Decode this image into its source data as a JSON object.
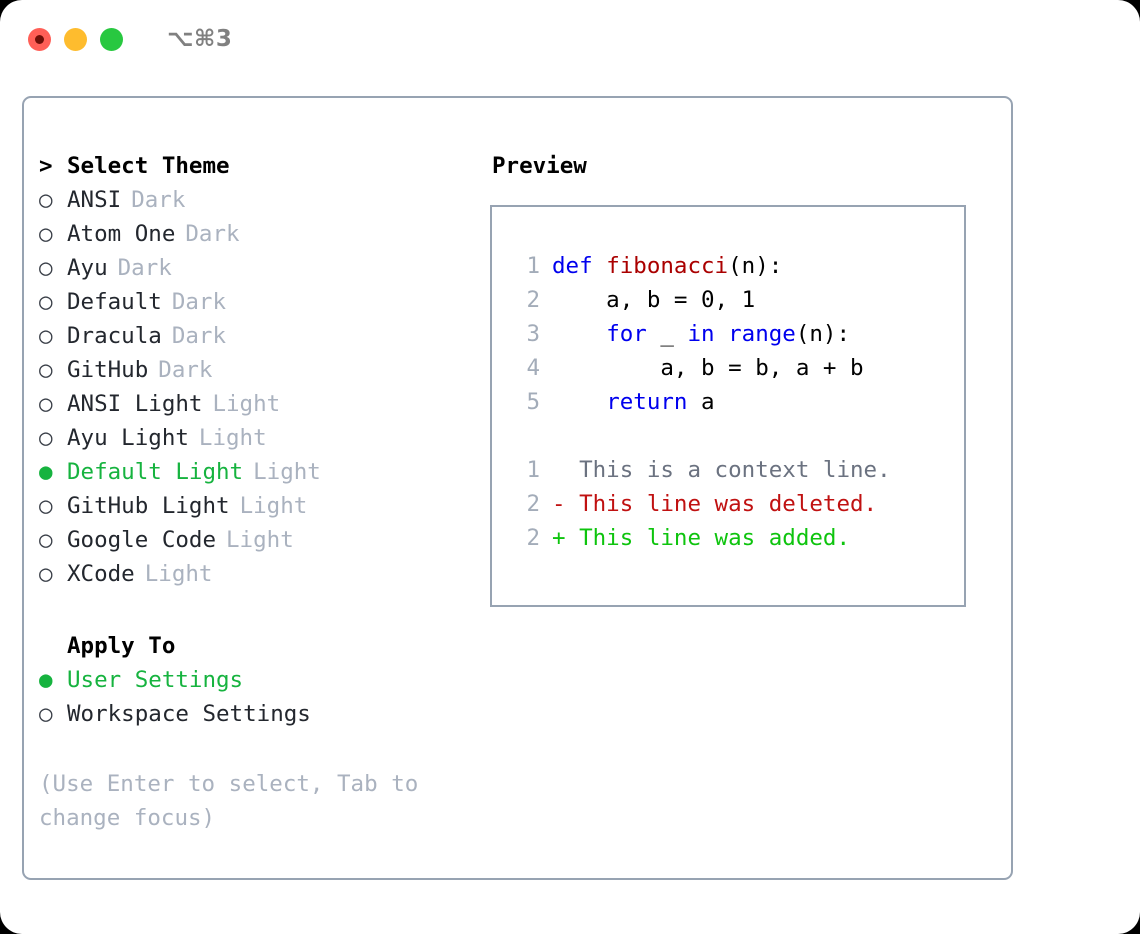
{
  "titlebar": {
    "shortcut": "⌥⌘3",
    "lights": [
      {
        "name": "close",
        "color": "#ff5f57"
      },
      {
        "name": "minimize",
        "color": "#febc2e"
      },
      {
        "name": "maximize",
        "color": "#28c840"
      }
    ]
  },
  "theme_picker": {
    "header_marker": ">",
    "header_label": "Select Theme",
    "unselected_marker": "○",
    "selected_marker": "●",
    "items": [
      {
        "label": "ANSI",
        "tag": "Dark",
        "selected": false
      },
      {
        "label": "Atom One",
        "tag": "Dark",
        "selected": false
      },
      {
        "label": "Ayu",
        "tag": "Dark",
        "selected": false
      },
      {
        "label": "Default",
        "tag": "Dark",
        "selected": false
      },
      {
        "label": "Dracula",
        "tag": "Dark",
        "selected": false
      },
      {
        "label": "GitHub",
        "tag": "Dark",
        "selected": false
      },
      {
        "label": "ANSI Light",
        "tag": "Light",
        "selected": false
      },
      {
        "label": "Ayu Light",
        "tag": "Light",
        "selected": false
      },
      {
        "label": "Default Light",
        "tag": "Light",
        "selected": true
      },
      {
        "label": "GitHub Light",
        "tag": "Light",
        "selected": false
      },
      {
        "label": "Google Code",
        "tag": "Light",
        "selected": false
      },
      {
        "label": "XCode",
        "tag": "Light",
        "selected": false
      }
    ]
  },
  "apply_to": {
    "header_label": "Apply To",
    "items": [
      {
        "label": "User Settings",
        "selected": true
      },
      {
        "label": "Workspace Settings",
        "selected": false
      }
    ]
  },
  "hint": "(Use Enter to select, Tab to change focus)",
  "preview": {
    "title": "Preview",
    "code_lines": [
      {
        "no": "1",
        "tokens": [
          {
            "t": "def ",
            "c": "kw"
          },
          {
            "t": "fibonacci",
            "c": "fn"
          },
          {
            "t": "(n):",
            "c": "plain"
          }
        ]
      },
      {
        "no": "2",
        "tokens": [
          {
            "t": "    a, b = 0, 1",
            "c": "plain"
          }
        ]
      },
      {
        "no": "3",
        "tokens": [
          {
            "t": "    ",
            "c": "plain"
          },
          {
            "t": "for",
            "c": "kw"
          },
          {
            "t": " _ ",
            "c": "plain"
          },
          {
            "t": "in",
            "c": "kw"
          },
          {
            "t": " ",
            "c": "plain"
          },
          {
            "t": "range",
            "c": "kw"
          },
          {
            "t": "(n):",
            "c": "plain"
          }
        ]
      },
      {
        "no": "4",
        "tokens": [
          {
            "t": "        a, b = b, a + b",
            "c": "plain"
          }
        ]
      },
      {
        "no": "5",
        "tokens": [
          {
            "t": "    ",
            "c": "plain"
          },
          {
            "t": "return",
            "c": "kw"
          },
          {
            "t": " a",
            "c": "plain"
          }
        ]
      }
    ],
    "diff_lines": [
      {
        "no": "1",
        "kind": "ctx",
        "text": "  This is a context line."
      },
      {
        "no": "2",
        "kind": "del",
        "text": "- This line was deleted."
      },
      {
        "no": "2",
        "kind": "add",
        "text": "+ This line was added."
      }
    ]
  },
  "colors": {
    "accent_green": "#16b33f",
    "muted_gray": "#aab2bf",
    "border": "#97a3b2",
    "keyword_blue": "#0000ee",
    "function_red": "#aa0000",
    "diff_add": "#0ec40e",
    "diff_del": "#c01111",
    "diff_ctx": "#6b7280"
  }
}
